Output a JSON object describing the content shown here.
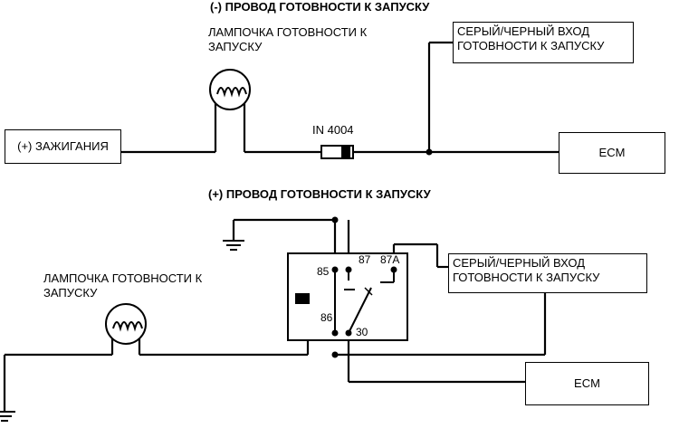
{
  "top_diagram": {
    "title": "(-) ПРОВОД ГОТОВНОСТИ К ЗАПУСКУ",
    "lamp_label_line1": "ЛАМПОЧКА ГОТОВНОСТИ К",
    "lamp_label_line2": "ЗАПУСКУ",
    "ignition_label": "(+) ЗАЖИГАНИЯ",
    "diode_label": "IN 4004",
    "gray_input_line1": "СЕРЫЙ/ЧЕРНЫЙ ВХОД",
    "gray_input_line2": "ГОТОВНОСТИ К ЗАПУСКУ",
    "ecm_label": "ECM"
  },
  "bottom_diagram": {
    "title": "(+) ПРОВОД ГОТОВНОСТИ К ЗАПУСКУ",
    "lamp_label_line1": "ЛАМПОЧКА ГОТОВНОСТИ К",
    "lamp_label_line2": "ЗАПУСКУ",
    "gray_input_line1": "СЕРЫЙ/ЧЕРНЫЙ ВХОД",
    "gray_input_line2": "ГОТОВНОСТИ К ЗАПУСКУ",
    "ecm_label": "ECM",
    "relay_pins": {
      "pin85": "85",
      "pin86": "86",
      "pin87": "87",
      "pin87a": "87A",
      "pin30": "30"
    }
  },
  "colors": {
    "line": "#000000",
    "background": "#ffffff"
  }
}
